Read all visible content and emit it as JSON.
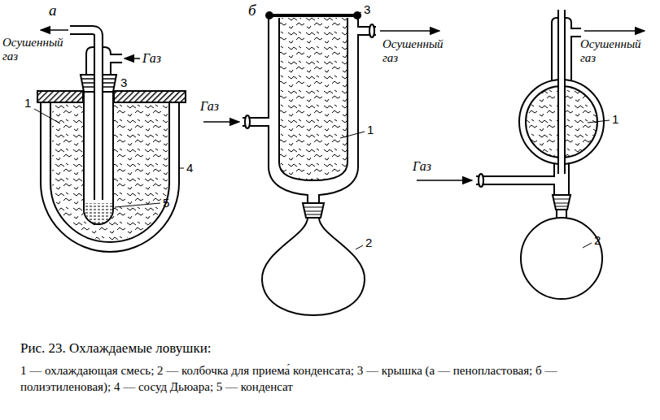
{
  "diagram": {
    "caption": "Рис. 23. Охлаждаемые ловушки:",
    "labels": [
      "а",
      "Осушенный газ",
      "Газ",
      "3",
      "1",
      "4",
      "5",
      "б",
      "3",
      "Осушенный газ",
      "Газ",
      "1",
      "2",
      "Осушенный газ",
      "Газ",
      "1",
      "2",
      "1 — охлаждающая смесь; 2 — колбочка для приема́ конденсата; 3 — крышка (а — пенопластовая; б — полиэтиленовая); 4 — сосуд Дьюара; 5 — конденсат"
    ]
  }
}
